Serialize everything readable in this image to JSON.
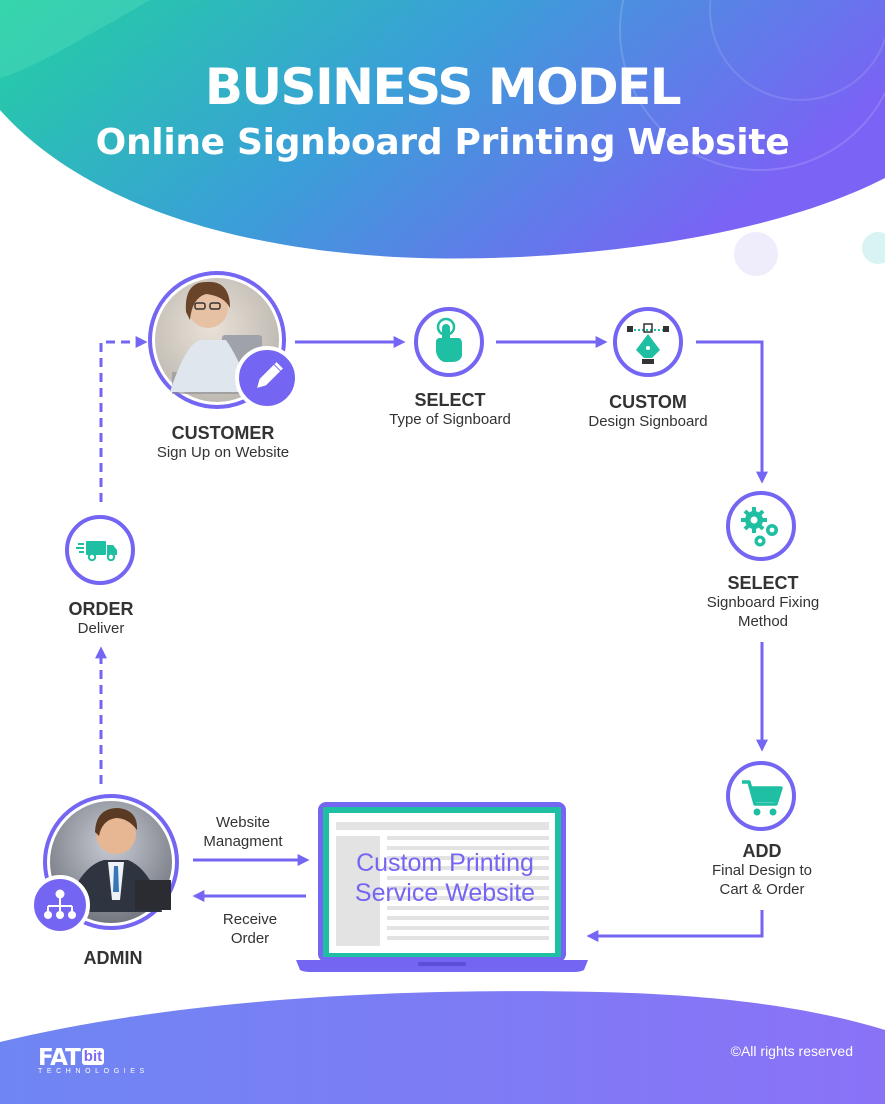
{
  "title": "BUSINESS MODEL",
  "subtitle": "Online Signboard Printing Website",
  "nodes": {
    "customer": {
      "title": "CUSTOMER",
      "subtitle": "Sign Up on Website"
    },
    "select_type": {
      "title": "SELECT",
      "subtitle": "Type of Signboard"
    },
    "custom": {
      "title": "CUSTOM",
      "subtitle": "Design Signboard"
    },
    "select_fixing": {
      "title": "SELECT",
      "subtitle_line1": "Signboard Fixing",
      "subtitle_line2": "Method"
    },
    "add": {
      "title": "ADD",
      "subtitle_line1": "Final Design to",
      "subtitle_line2": "Cart & Order"
    },
    "admin": {
      "title": "ADMIN"
    },
    "order": {
      "title": "ORDER",
      "subtitle": "Deliver"
    }
  },
  "edges": {
    "website_management_line1": "Website",
    "website_management_line2": "Managment",
    "receive_order_line1": "Receive",
    "receive_order_line2": "Order"
  },
  "laptop_screen": {
    "line1": "Custom Printing",
    "line2": "Service Website"
  },
  "footer": {
    "logo_main": "FAT",
    "logo_badge": "bit",
    "logo_sub": "TECHNOLOGIES",
    "rights": "©All rights reserved"
  },
  "icons": {
    "customer": "pencil-icon",
    "select_type": "hand-pointer-icon",
    "custom": "pen-tool-icon",
    "select_fixing": "gears-icon",
    "add": "shopping-cart-icon",
    "admin": "org-chart-icon",
    "order": "delivery-truck-icon"
  },
  "colors": {
    "accent": "#7466f2",
    "teal": "#1fbfa4",
    "header_start": "#1fcfa0",
    "header_end": "#7a64f5"
  }
}
